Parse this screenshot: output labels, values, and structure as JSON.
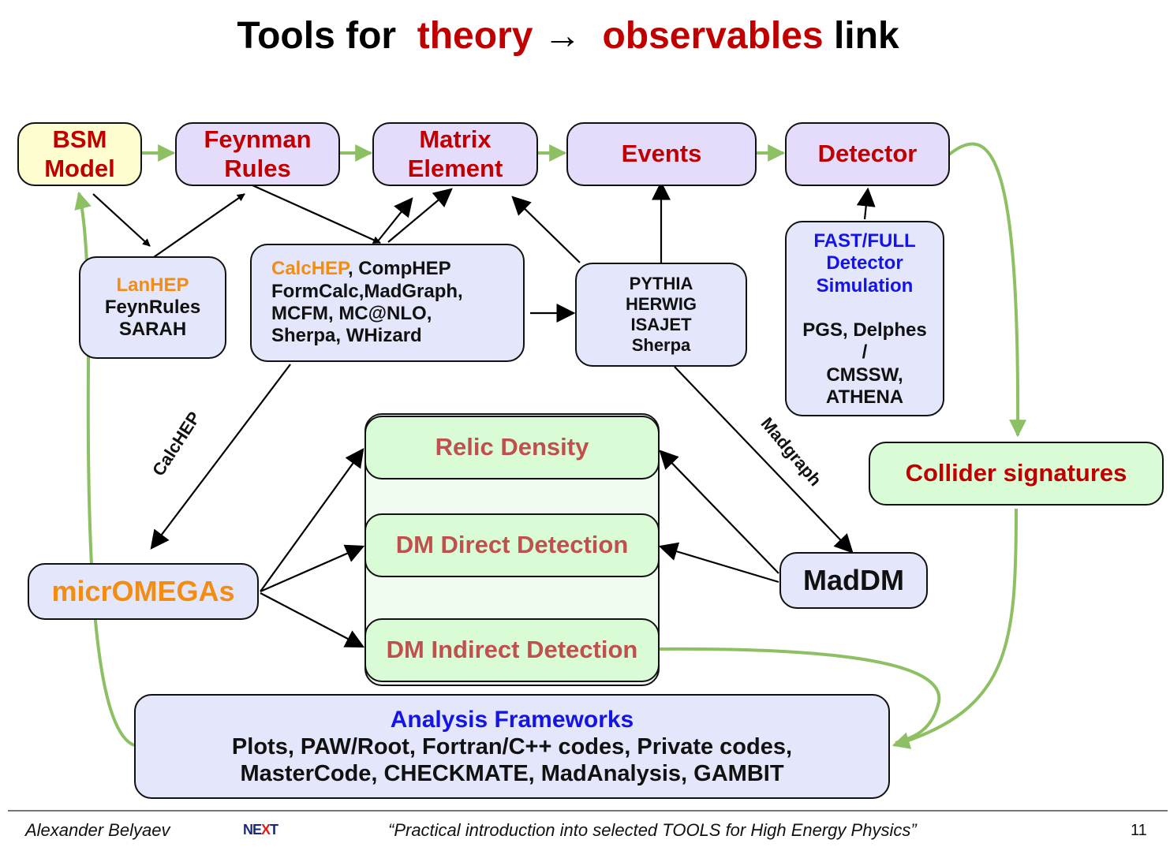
{
  "title": {
    "prefix": "Tools for",
    "theory": "theory",
    "arrow": "→",
    "observables": "observables",
    "suffix": "link"
  },
  "nodes": {
    "bsm": {
      "line1": "BSM",
      "line2": "Model"
    },
    "feynman": {
      "line1": "Feynman",
      "line2": "Rules"
    },
    "matrix": {
      "line1": "Matrix",
      "line2": "Element"
    },
    "events": {
      "label": "Events"
    },
    "detector": {
      "label": "Detector"
    },
    "lanhep": {
      "line1": "LanHEP",
      "line2": "FeynRules",
      "line3": "SARAH"
    },
    "calchep": {
      "l1a": "CalcHEP",
      "l1b": ", CompHEP",
      "l2": "FormCalc,MadGraph,",
      "l3": "MCFM, MC@NLO,",
      "l4": "Sherpa, WHizard"
    },
    "pythia": {
      "l1": "PYTHIA",
      "l2": "HERWIG",
      "l3": "ISAJET",
      "l4": "Sherpa"
    },
    "fastfull": {
      "l1": "FAST/FULL",
      "l2": "Detector",
      "l3": "Simulation",
      "l4": "PGS, Delphes",
      "l5": "/",
      "l6": "CMSSW,",
      "l7": "ATHENA"
    },
    "relic": {
      "label": "Relic Density"
    },
    "direct": {
      "label": "DM Direct Detection"
    },
    "indirect": {
      "label": "DM Indirect Detection"
    },
    "collider": {
      "label": "Collider signatures"
    },
    "micromegas": {
      "label": "micrOMEGAs"
    },
    "maddm": {
      "label": "MadDM"
    },
    "analysis": {
      "l1": "Analysis Frameworks",
      "l2": "Plots, PAW/Root,  Fortran/C++ codes, Private codes,",
      "l3": "MasterCode, CHECKMATE, MadAnalysis, GAMBIT"
    }
  },
  "edge_labels": {
    "calchep": "CalcHEP",
    "madgraph": "Madgraph"
  },
  "footer": {
    "author": "Alexander  Belyaev",
    "logo": {
      "a": "NE",
      "b": "X",
      "c": "T"
    },
    "quote": "“Practical introduction into selected TOOLS for High Energy Physics”",
    "page": "11"
  },
  "colors": {
    "title_red": "#c00000",
    "orange": "#f28c12",
    "blue": "#1414e6",
    "rust": "#c0504d",
    "green_arrow": "#8cc063",
    "purple_box": "#e5dcfb",
    "lavender_box": "#e4e6fb",
    "yellow_box": "#fefdd0",
    "green_box": "#d9fcd6"
  }
}
